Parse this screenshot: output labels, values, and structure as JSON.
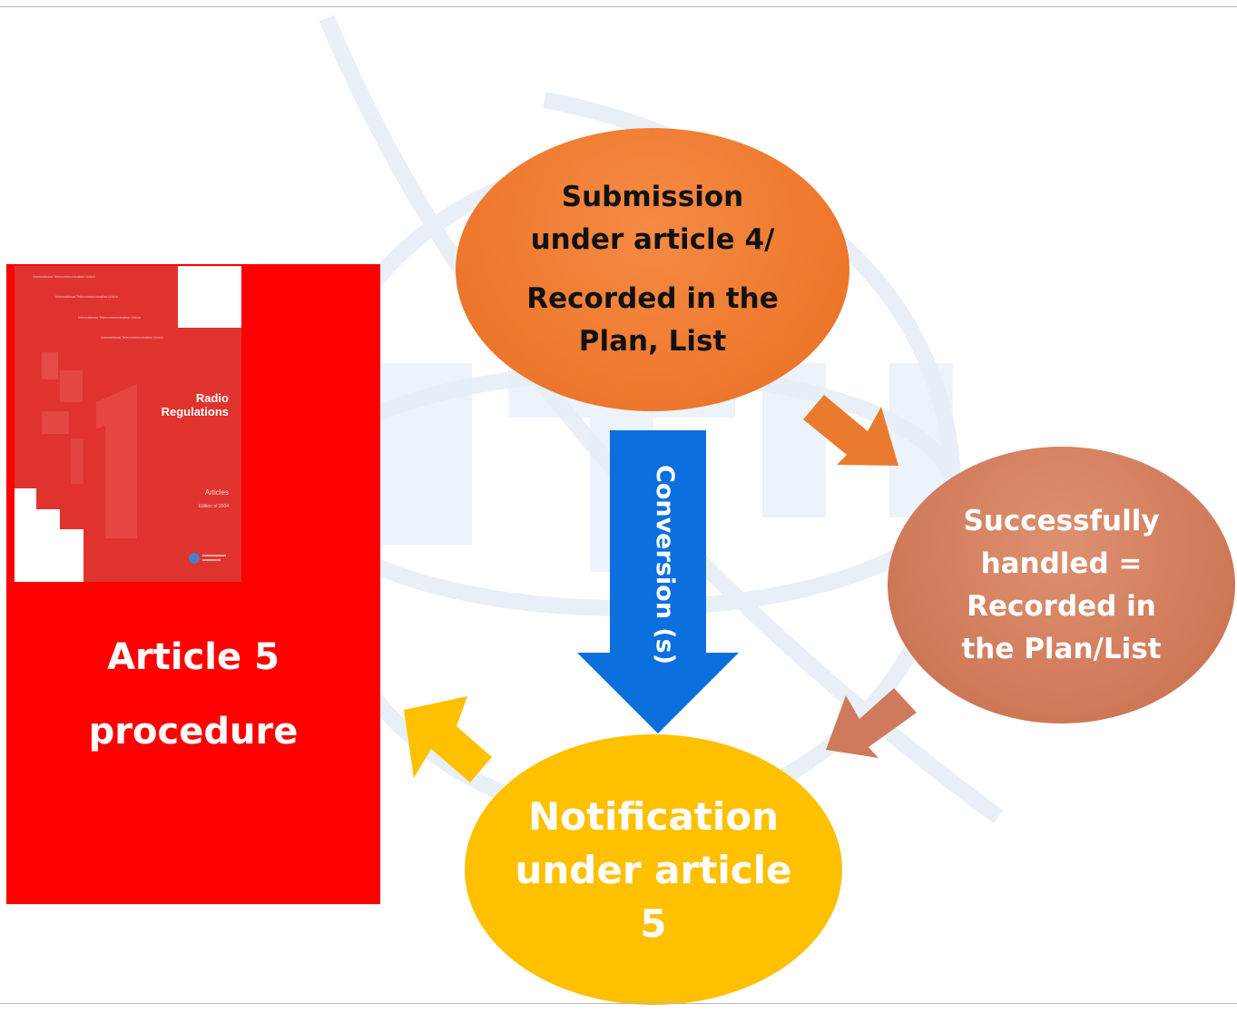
{
  "panel": {
    "cover": {
      "header_lines": [
        "International Telecommunication Union",
        "International Telecommunication Union",
        "International Telecommunication Union",
        "International Telecommunication Union"
      ],
      "title_line1": "Radio",
      "title_line2": "Regulations",
      "subtitle": "Articles",
      "edition": "Edition of 2004"
    },
    "label_line1": "Article 5",
    "label_line2": "procedure",
    "color": "#ff0000"
  },
  "nodes": {
    "submission": {
      "lines": [
        "Submission",
        "under article 4/",
        "Recorded in the",
        "Plan, List"
      ],
      "color": "#ef7a2f"
    },
    "handled": {
      "lines": [
        "Successfully",
        "handled =",
        "Recorded in",
        "the Plan/List"
      ],
      "color": "#d17c5c"
    },
    "notification": {
      "lines": [
        "Notification",
        "under article",
        "5"
      ],
      "color": "#ffc000"
    }
  },
  "conversion": {
    "label": "Conversion (s)",
    "color": "#0b6fde"
  },
  "arrows": {
    "submission_to_handled": {
      "color": "#ea7b2e",
      "icon": "arrow-down-right"
    },
    "handled_to_notification": {
      "color": "#cf7a5c",
      "icon": "arrow-down-left"
    },
    "notification_to_panel": {
      "color": "#ffc000",
      "icon": "arrow-up-left"
    }
  }
}
